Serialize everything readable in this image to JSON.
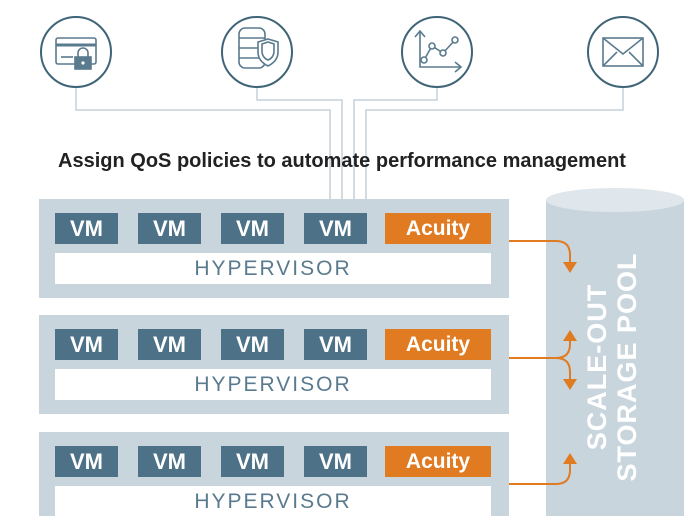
{
  "title": "Assign QoS policies to automate performance management",
  "icons": [
    {
      "name": "payment-card-lock-icon"
    },
    {
      "name": "database-shield-icon"
    },
    {
      "name": "line-graph-icon"
    },
    {
      "name": "envelope-icon"
    }
  ],
  "hosts": [
    {
      "vms": [
        "VM",
        "VM",
        "VM",
        "VM"
      ],
      "acuity": "Acuity",
      "hypervisor": "HYPERVISOR"
    },
    {
      "vms": [
        "VM",
        "VM",
        "VM",
        "VM"
      ],
      "acuity": "Acuity",
      "hypervisor": "HYPERVISOR"
    },
    {
      "vms": [
        "VM",
        "VM",
        "VM",
        "VM"
      ],
      "acuity": "Acuity",
      "hypervisor": "HYPERVISOR"
    }
  ],
  "storage_pool": {
    "line1": "SCALE-OUT",
    "line2": "STORAGE POOL"
  },
  "colors": {
    "vm": "#4d7288",
    "acuity": "#e07b22",
    "host": "#c9d5dd",
    "pool": "#c9d5dd",
    "connector": "#c4d0d8"
  }
}
